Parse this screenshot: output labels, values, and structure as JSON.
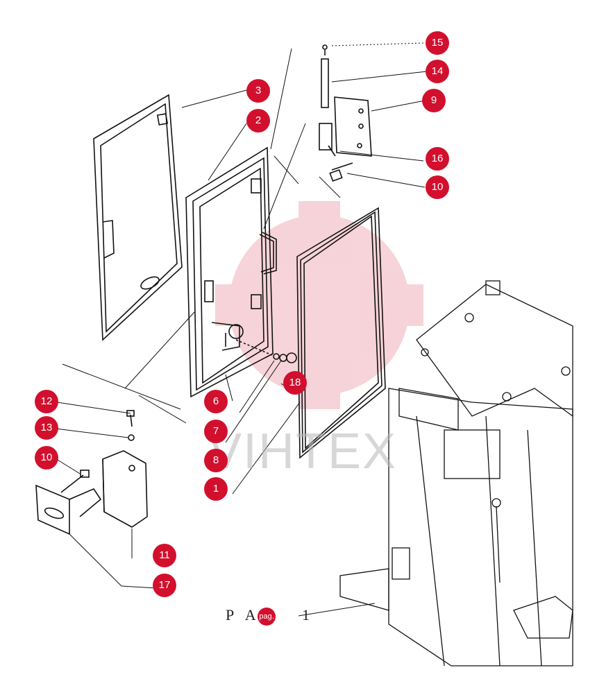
{
  "watermark": {
    "text": "VIHTEX",
    "color": "#d2102e"
  },
  "callouts": {
    "c15": "15",
    "c14": "14",
    "c9": "9",
    "c16": "16",
    "c10a": "10",
    "c3": "3",
    "c2": "2",
    "c6": "6",
    "c7": "7",
    "c8": "8",
    "c1": "1",
    "c18": "18",
    "c12": "12",
    "c13": "13",
    "c10b": "10",
    "c11": "11",
    "c17": "17",
    "cpag": "pag."
  },
  "page_ref": {
    "left": "P A",
    "right": "1"
  },
  "accent_color": "#d2102e"
}
